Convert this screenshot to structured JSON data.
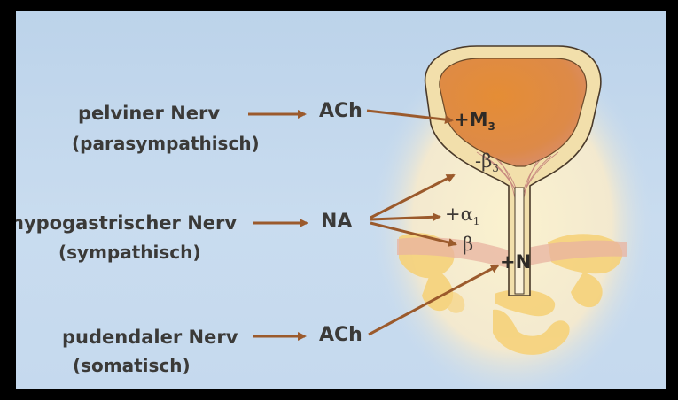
{
  "labels": {
    "pelvic_nerve": "pelviner Nerv",
    "pelvic_type": "(parasympathisch)",
    "hypogastric_nerve": "hypogastrischer Nerv",
    "hypogastric_type": "(sympathisch)",
    "pudendal_nerve": "pudendaler Nerv",
    "pudendal_type": "(somatisch)"
  },
  "transmitters": {
    "pelvic": "ACh",
    "hypogastric": "NA",
    "pudendal": "ACh"
  },
  "receptors": {
    "m3_sign": "+M",
    "m3_sub": "3",
    "beta3_sign": "-β",
    "beta3_sub": "3",
    "alpha1_sign": "+α",
    "alpha1_sub": "1",
    "beta": "β",
    "n": "+N"
  },
  "colors": {
    "background": "#c3d8ed",
    "arrow": "#9b5a2c",
    "text": "#3b3a38",
    "bladder_fill": "#de8a3c",
    "bladder_wall": "#f2dfab",
    "pelvis": "#f6d27a"
  }
}
